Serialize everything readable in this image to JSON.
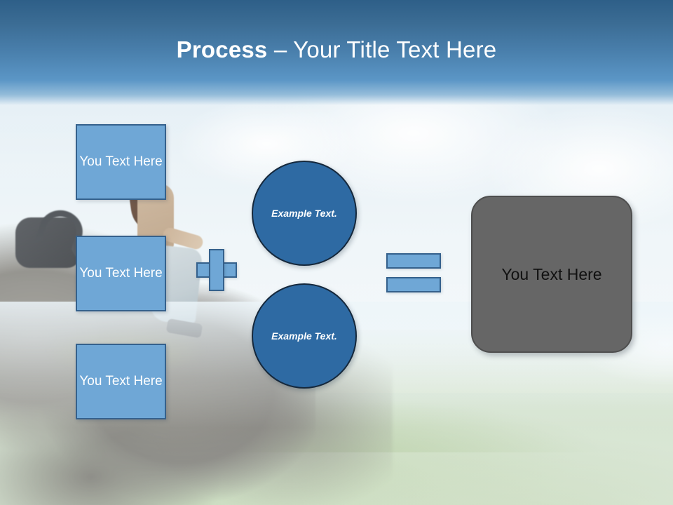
{
  "slide": {
    "title_bold": "Process",
    "title_rest": " – Your Title Text Here"
  },
  "background": {
    "scene_description": "Hiker sitting on a rocky cliff overlooking a green forested valley",
    "sky_color": "#dceaf3",
    "header_gradient_top": "#2e5f88",
    "header_gradient_bottom": "#5b96c6"
  },
  "diagram": {
    "input_boxes": [
      {
        "label": "You Text Here"
      },
      {
        "label": "You Text Here"
      },
      {
        "label": "You Text Here"
      }
    ],
    "plus_operator": "+",
    "circles": [
      {
        "label": "Example Text."
      },
      {
        "label": "Example Text."
      }
    ],
    "equals_operator": "=",
    "result": {
      "label": "You Text Here"
    },
    "colors": {
      "box_fill": "#6fa7d6",
      "box_border": "#35618c",
      "circle_fill": "#2e6aa3",
      "circle_border": "#15283c",
      "result_fill": "#666666",
      "result_text": "#111111"
    }
  }
}
